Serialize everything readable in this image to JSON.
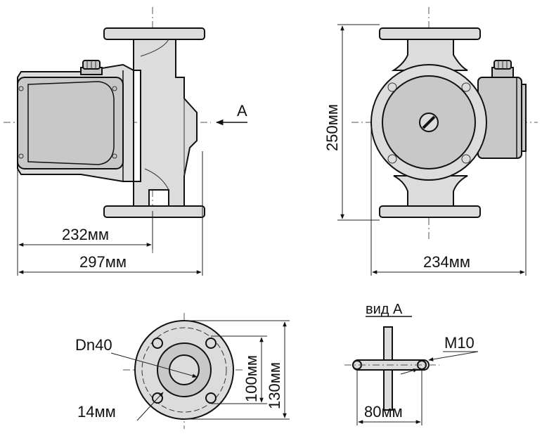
{
  "labels": {
    "view_arrow": "A",
    "dim_232": "232мм",
    "dim_297": "297мм",
    "dim_250": "250мм",
    "dim_234": "234мм",
    "view_title": "вид А",
    "thread": "M10",
    "nominal_diameter": "Dn40",
    "hole_diameter": "14мм",
    "dim_100": "100мм",
    "dim_130": "130мм",
    "dim_80": "80мм"
  }
}
